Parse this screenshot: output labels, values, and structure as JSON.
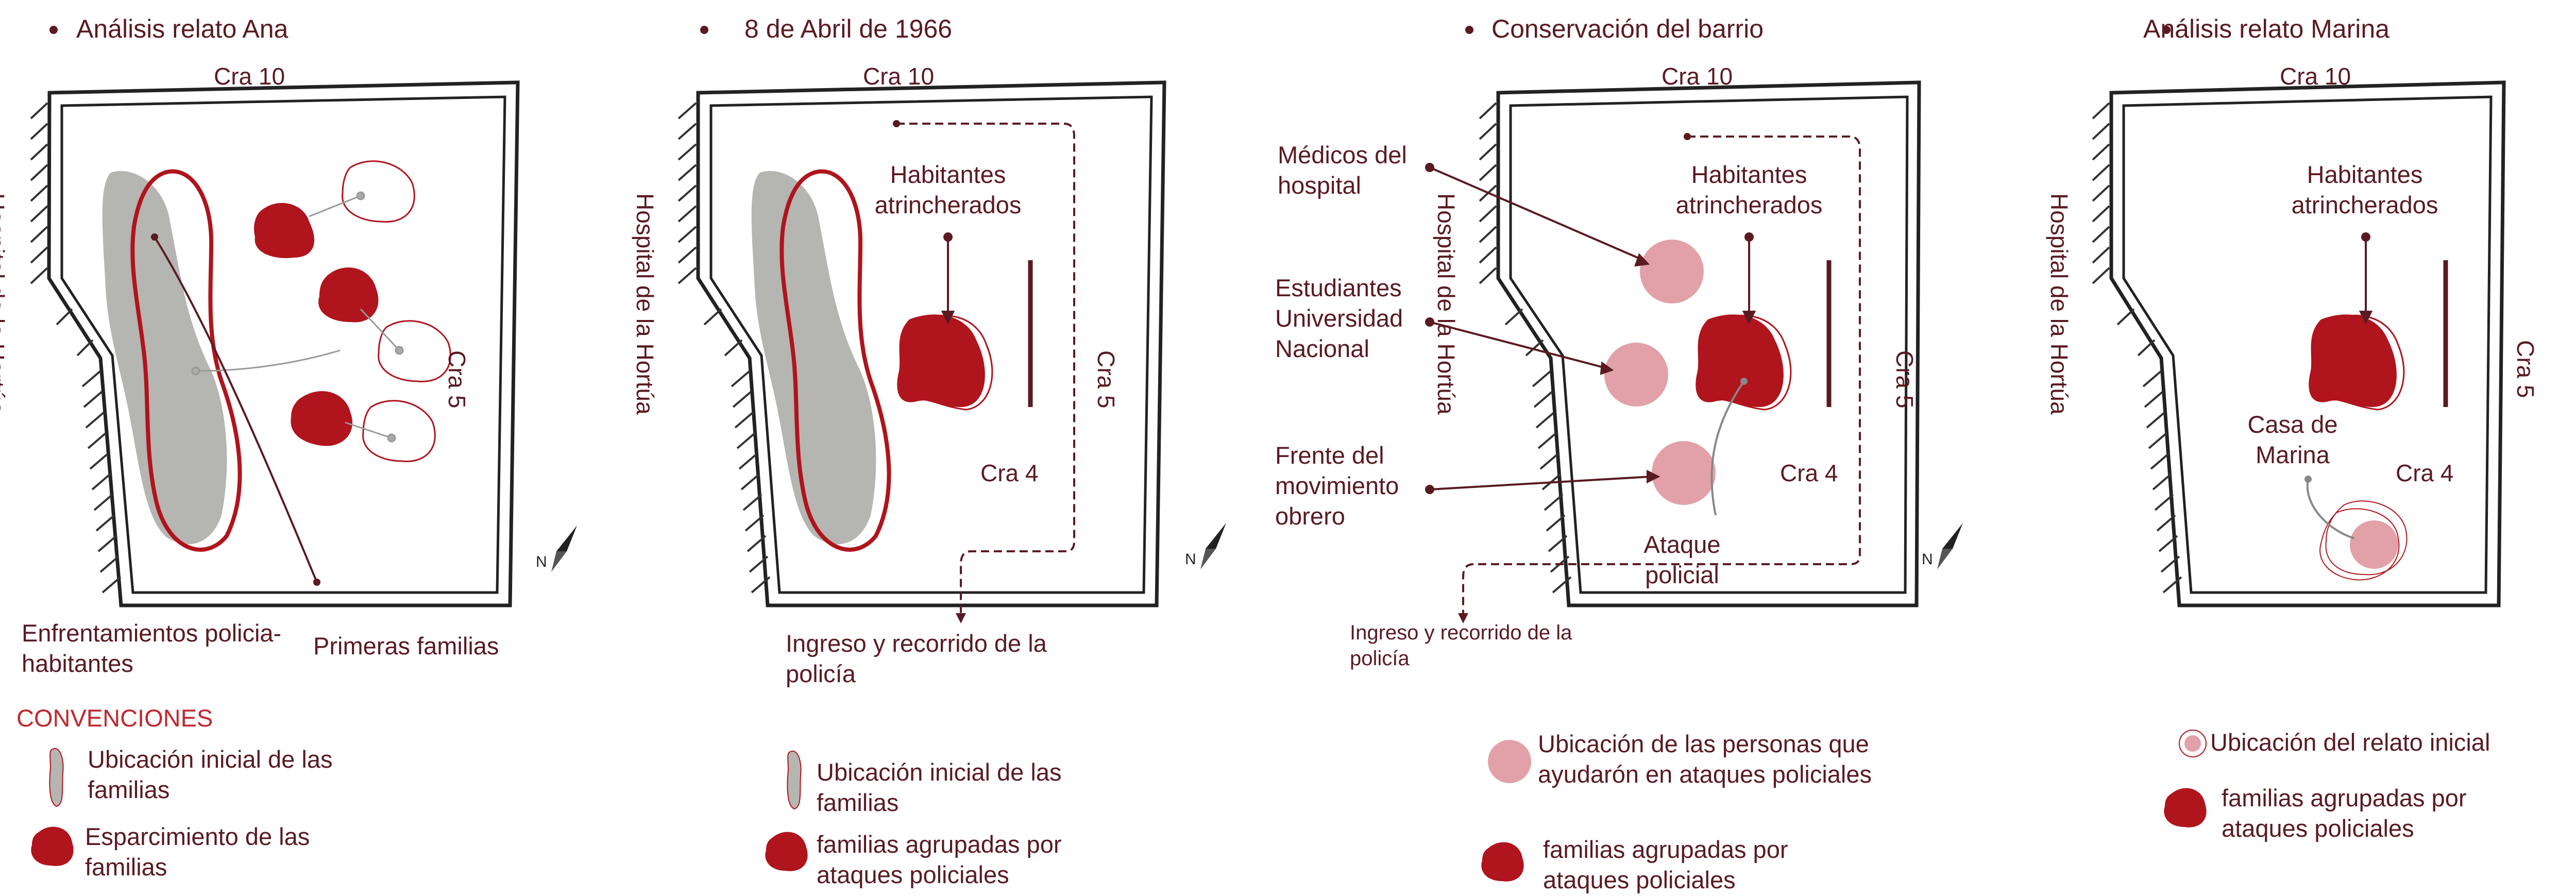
{
  "colors": {
    "text": "#5a1a22",
    "accent_red": "#b0141c",
    "outline_red": "#c0282f",
    "gray_zone": "#b5b5b1",
    "pink_circle": "#e2a1a8",
    "frame": "#222222"
  },
  "panel1": {
    "title": "Análisis relato Ana",
    "street_top": "Cra 10",
    "street_right": "Cra 5",
    "street_left": "Hospital de la Hortúa",
    "label_conflicts": "Enfrentamientos policia-habitantes",
    "label_first_families": "Primeras familias",
    "conventions_title": "CONVENCIONES",
    "legend": [
      {
        "icon": "gray-zone-icon",
        "text": "Ubicación inicial de las familias"
      },
      {
        "icon": "red-blob-icon",
        "text": "Esparcimiento de las familias"
      }
    ]
  },
  "panel2": {
    "title": "8 de Abril de 1966",
    "street_top": "Cra 10",
    "street_right": "Cra 5",
    "street_left": "Hospital de la Hortúa",
    "street_inner": "Cra 4",
    "label_residents": "Habitantes atrincherados",
    "label_police_route": "Ingreso y recorrido de la policía",
    "legend": [
      {
        "icon": "gray-zone-icon",
        "text": "Ubicación inicial de las familias"
      },
      {
        "icon": "red-blob-icon",
        "text": "familias agrupadas por ataques policiales"
      }
    ]
  },
  "panel3": {
    "title": "Conservación del barrio",
    "street_top": "Cra 10",
    "street_right": "Cra 5",
    "street_left": "Hospital de la Hortúa",
    "street_inner": "Cra 4",
    "label_doctors": "Médicos del hospital",
    "label_students": "Estudiantes Universidad Nacional",
    "label_workers": "Frente del movimiento obrero",
    "label_residents": "Habitantes atrincherados",
    "label_attack": "Ataque policial",
    "label_police_route": "Ingreso y recorrido de la policía",
    "legend": [
      {
        "icon": "pink-circle-icon",
        "text": "Ubicación de las personas que ayudarón en ataques policiales"
      },
      {
        "icon": "red-blob-icon",
        "text": "familias agrupadas por ataques policiales"
      }
    ]
  },
  "panel4": {
    "title": "Análisis relato Marina",
    "street_top": "Cra 10",
    "street_right": "Cra 5",
    "street_inner": "Cra 4",
    "street_left": "Hospital de la Hortúa",
    "label_residents": "Habitantes atrincherados",
    "label_house": "Casa de Marina",
    "legend": [
      {
        "icon": "pink-dot-outline-icon",
        "text": "Ubicación del relato inicial"
      },
      {
        "icon": "red-blob-icon",
        "text": "familias agrupadas por ataques policiales"
      }
    ]
  }
}
